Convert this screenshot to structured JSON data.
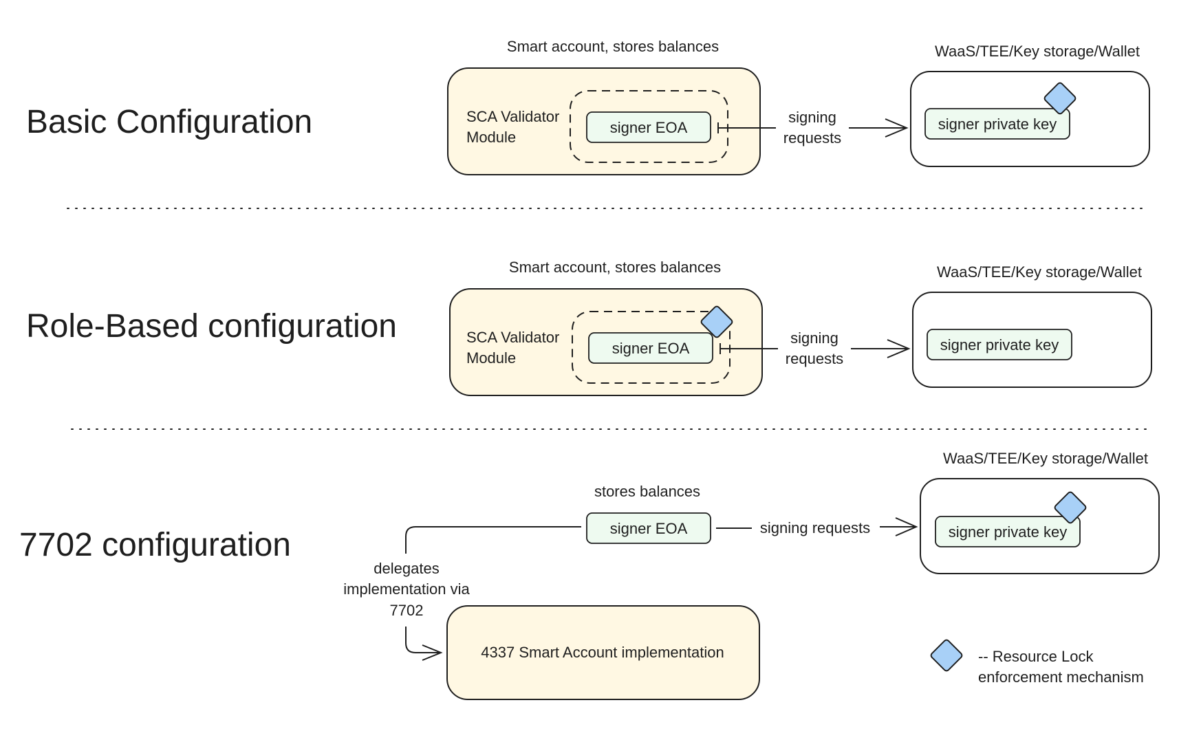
{
  "sections": [
    {
      "title": "Basic Configuration",
      "smart_account_caption": "Smart account, stores balances",
      "module_label": [
        "SCA Validator",
        "Module"
      ],
      "signer_label": "signer EOA",
      "requests_label": [
        "signing",
        "requests"
      ],
      "wallet_caption": "WaaS/TEE/Key storage/Wallet",
      "key_label": "signer private key"
    },
    {
      "title": "Role-Based configuration",
      "smart_account_caption": "Smart account, stores balances",
      "module_label": [
        "SCA Validator",
        "Module"
      ],
      "signer_label": "signer EOA",
      "requests_label": [
        "signing",
        "requests"
      ],
      "wallet_caption": "WaaS/TEE/Key storage/Wallet",
      "key_label": "signer private key"
    },
    {
      "title": "7702 configuration",
      "eoa_caption": "stores balances",
      "signer_label": "signer EOA",
      "requests_label": "signing requests",
      "wallet_caption": "WaaS/TEE/Key storage/Wallet",
      "key_label": "signer private key",
      "delegates_label": [
        "delegates",
        "implementation via",
        "7702"
      ],
      "implementation_label": "4337 Smart Account implementation"
    }
  ],
  "legend": {
    "icon": "diamond-icon",
    "text": [
      "-- Resource Lock",
      "enforcement mechanism"
    ]
  },
  "colors": {
    "smart_account_fill": "#fff8e3",
    "signer_fill": "#eefaf0",
    "resource_lock": "#a8d0f7"
  }
}
